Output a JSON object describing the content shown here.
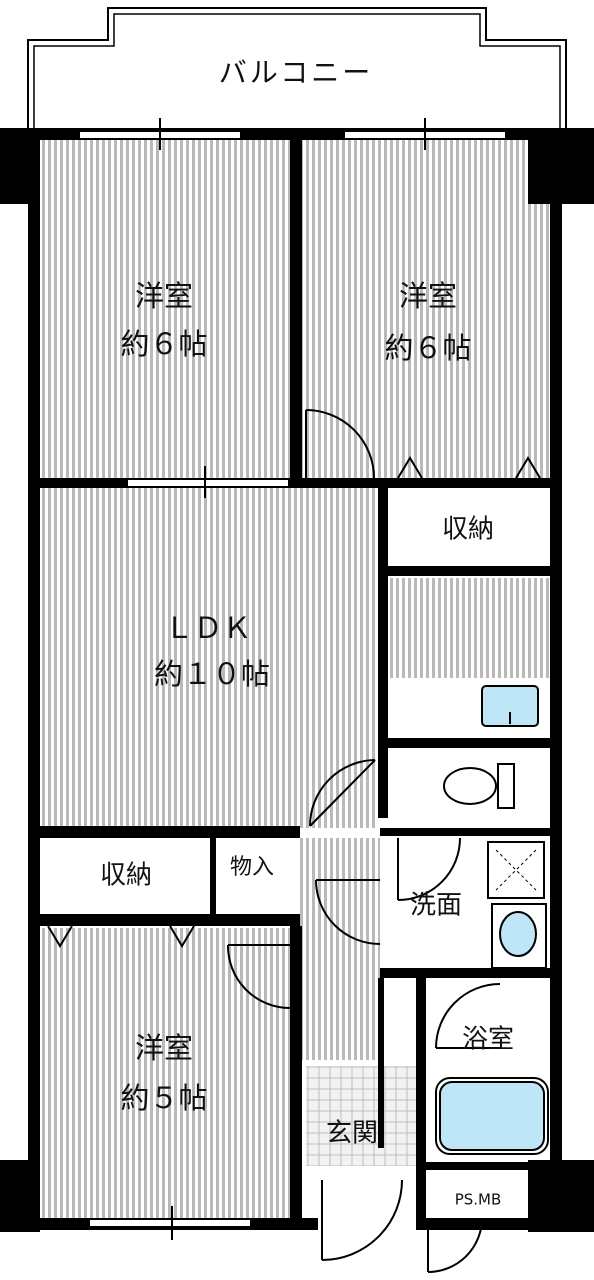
{
  "rooms": {
    "balcony": "バルコニー",
    "western1": {
      "name": "洋室",
      "size": "約６帖"
    },
    "western2": {
      "name": "洋室",
      "size": "約６帖"
    },
    "storage1": "収納",
    "ldk": {
      "name": "ＬＤＫ",
      "size": "約１０帖"
    },
    "storage2": "収納",
    "closet": "物入",
    "washroom": "洗面",
    "western3": {
      "name": "洋室",
      "size": "約５帖"
    },
    "bath": "浴室",
    "entrance": "玄関",
    "psmb": "PS.MB"
  },
  "colors": {
    "wall": "#000000",
    "floor_stripe": "#b9b9b9",
    "floor_bg": "#ffffff",
    "fixture_blue": "#bfe6f7",
    "entrance_tile": "#e8e8e8"
  }
}
